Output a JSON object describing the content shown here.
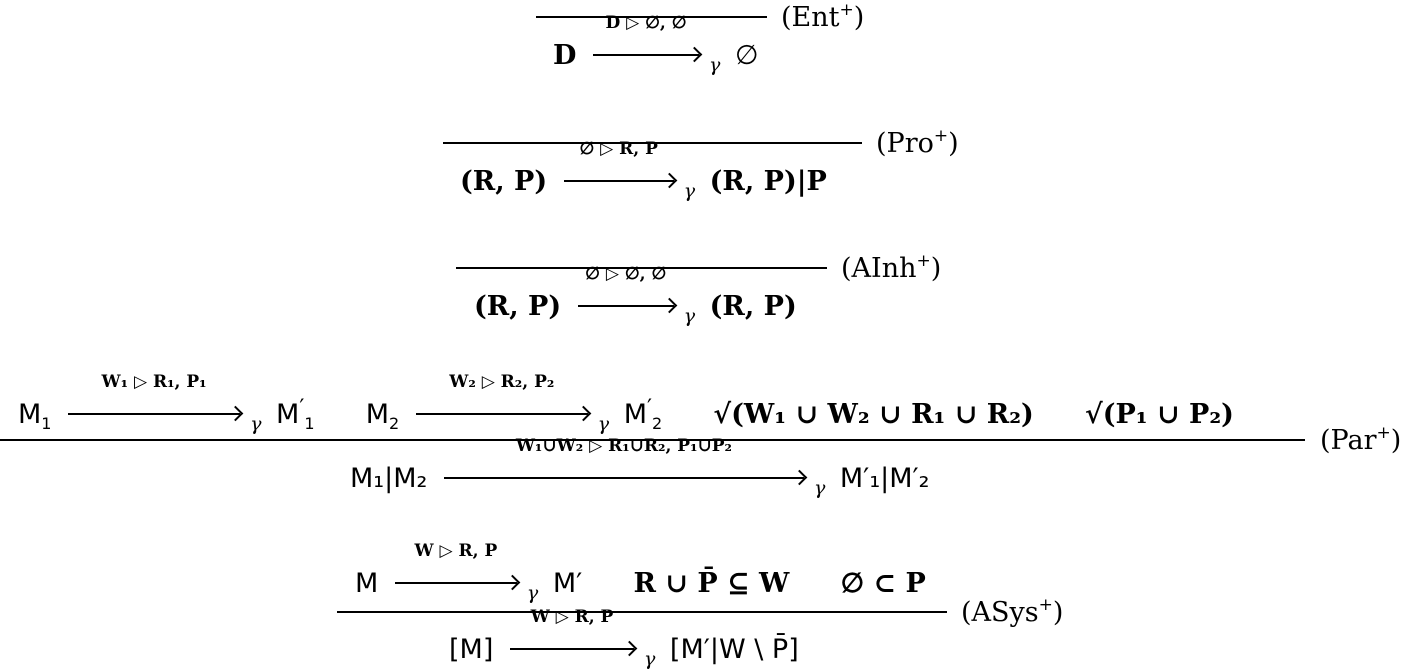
{
  "rules": {
    "ent": {
      "label": "(Ent",
      "label_sup": "+",
      "label_close": ")",
      "conclusion": {
        "left": "D",
        "arrow_label": "D ▷ ∅, ∅",
        "gamma": "γ",
        "right": "∅"
      }
    },
    "pro": {
      "label": "(Pro",
      "label_sup": "+",
      "label_close": ")",
      "conclusion": {
        "left": "(R, P)",
        "arrow_label": "∅ ▷ R, P",
        "gamma": "γ",
        "right": "(R, P)|P"
      }
    },
    "ainh": {
      "label": "(AInh",
      "label_sup": "+",
      "label_close": ")",
      "conclusion": {
        "left": "(R, P)",
        "arrow_label": "∅ ▷ ∅, ∅",
        "gamma": "γ",
        "right": "(R, P)"
      }
    },
    "par": {
      "label": "(Par",
      "label_sup": "+",
      "label_close": ")",
      "premise1": {
        "left": "M",
        "left_sub": "1",
        "arrow_label": "W₁ ▷ R₁, P₁",
        "gamma": "γ",
        "right": "M",
        "right_sub": "1",
        "right_prime": "′"
      },
      "premise2": {
        "left": "M",
        "left_sub": "2",
        "arrow_label": "W₂ ▷ R₂, P₂",
        "gamma": "γ",
        "right": "M",
        "right_sub": "2",
        "right_prime": "′"
      },
      "premise3": "√(W₁ ∪ W₂ ∪ R₁ ∪ R₂)",
      "premise4": "√(P₁ ∪ P₂)",
      "conclusion": {
        "left": "M₁|M₂",
        "arrow_label": "W₁∪W₂ ▷ R₁∪R₂, P₁∪P₂",
        "gamma": "γ",
        "right": "M′₁|M′₂"
      }
    },
    "asys": {
      "label": "(ASys",
      "label_sup": "+",
      "label_close": ")",
      "premise1": {
        "left": "M",
        "arrow_label": "W ▷ R, P",
        "gamma": "γ",
        "right": "M′"
      },
      "premise2": "R ∪ P̄ ⊆ W",
      "premise3": "∅ ⊂ P",
      "conclusion": {
        "left": "[M]",
        "arrow_label": "W ▷ R, P",
        "gamma": "γ",
        "right": "[M′|W \\ P̄]"
      }
    }
  }
}
